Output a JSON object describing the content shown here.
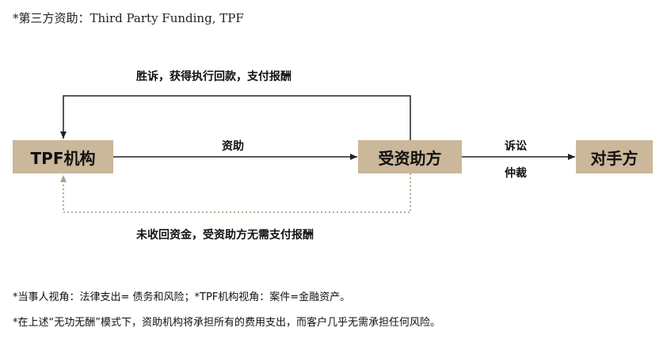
{
  "title": "*第三方资助：Third Party Funding, TPF",
  "nodes": {
    "tpf": "TPF机构",
    "recipient": "受资助方",
    "counterparty": "对手方"
  },
  "edges": {
    "win_return": "胜诉，获得执行回款，支付报酬",
    "funding": "资助",
    "litigation": "诉讼",
    "arbitration": "仲裁",
    "loss_no_pay": "未收回资金，受资助方无需支付报酬"
  },
  "notes": [
    "*当事人视角：法律支出= 债务和风险；*TPF机构视角：案件=金融资产。",
    "*在上述“无功无酬”模式下，资助机构将承担所有的费用支出，而客户几乎无需承担任何风险。"
  ],
  "colors": {
    "box_fill": "#cbb79a",
    "line": "#222222",
    "dotted_line": "#b39f86"
  }
}
